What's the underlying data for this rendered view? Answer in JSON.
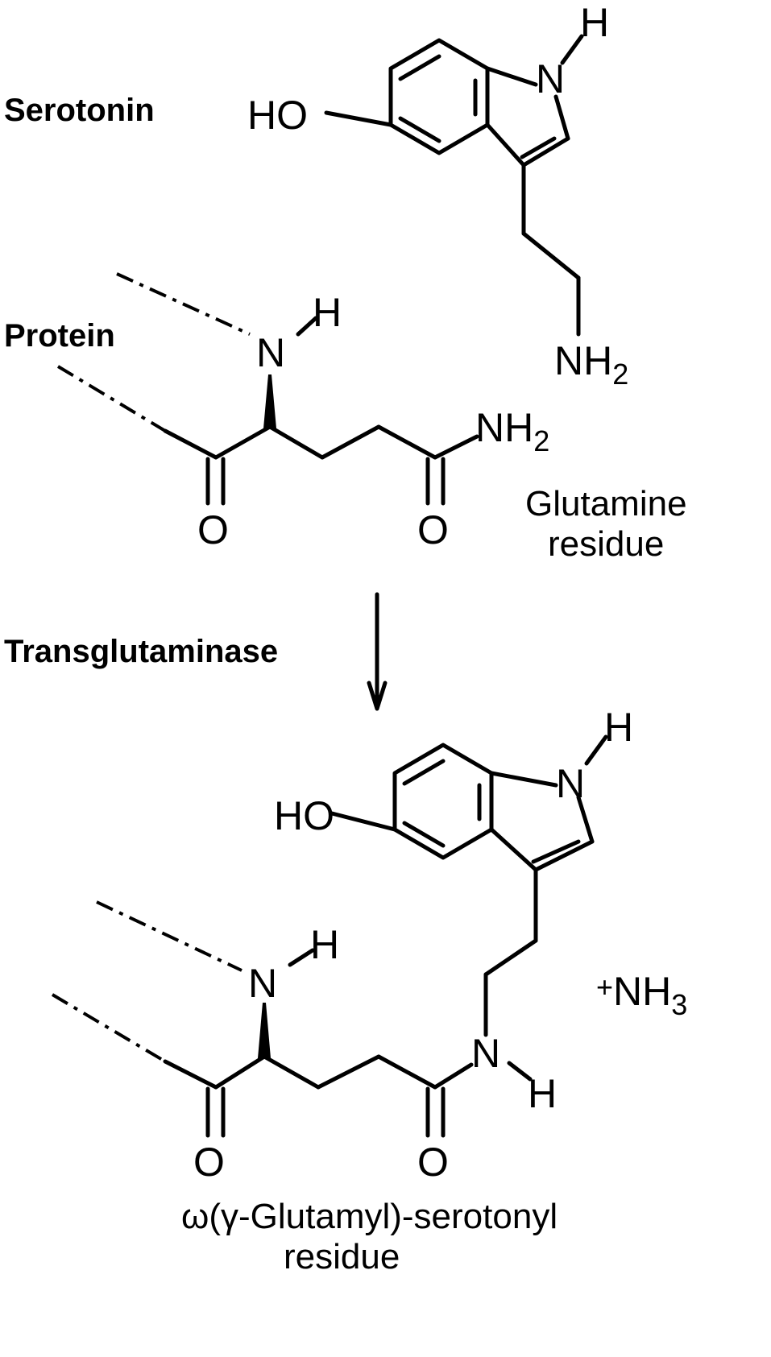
{
  "labels": {
    "serotonin": "Serotonin",
    "protein": "Protein",
    "enzyme": "Transglutaminase",
    "glutamine_line1": "Glutamine",
    "glutamine_line2": "residue",
    "product_line1": "ω(γ-Glutamyl)-serotonyl",
    "product_line2": "residue",
    "byproduct_plus": "+",
    "byproduct": "NH",
    "byproduct_sub": "3"
  },
  "atoms": {
    "ho": "HO",
    "n": "N",
    "h": "H",
    "nh": "NH",
    "two": "2",
    "o": "O"
  }
}
